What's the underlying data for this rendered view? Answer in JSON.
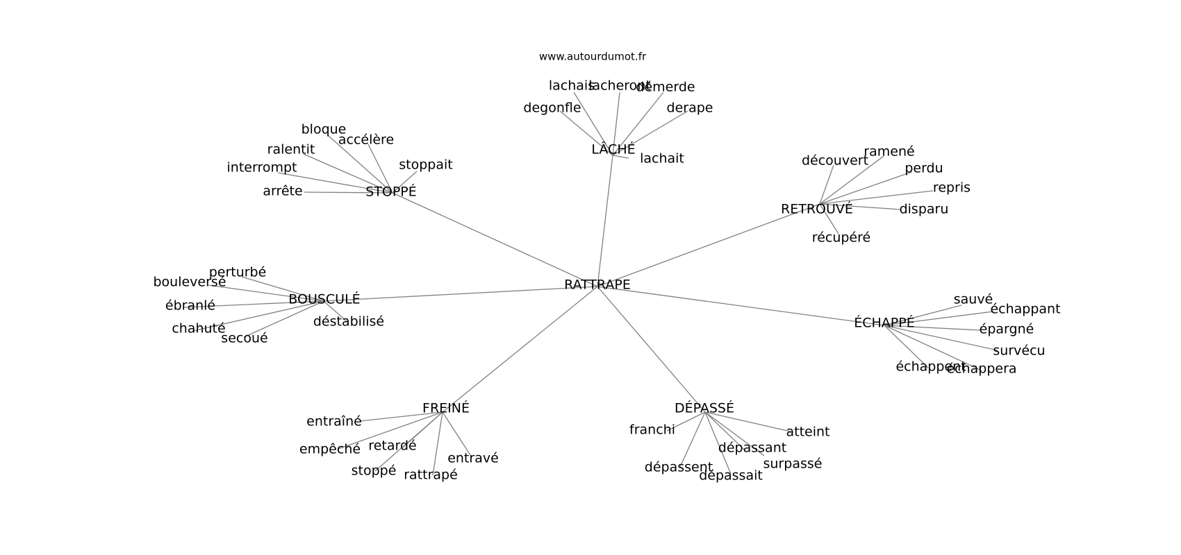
{
  "source": "www.autourdumot.fr",
  "center": "RATTRAPE",
  "colors": {
    "edge": "#808080",
    "text": "#000000",
    "background": "#ffffff"
  },
  "groups": [
    {
      "hub": "LÂCHÉ",
      "words": [
        "lachais",
        "lacheront",
        "démerde",
        "degonfle",
        "derape",
        "lachait"
      ]
    },
    {
      "hub": "STOPPÉ",
      "words": [
        "bloque",
        "accélère",
        "ralentit",
        "interrompt",
        "stoppait",
        "arrête"
      ]
    },
    {
      "hub": "RETROUVÉ",
      "words": [
        "ramené",
        "découvert",
        "perdu",
        "repris",
        "disparu",
        "récupéré"
      ]
    },
    {
      "hub": "BOUSCULÉ",
      "words": [
        "perturbé",
        "bouleversé",
        "ébranlé",
        "chahuté",
        "secoué",
        "déstabilisé"
      ]
    },
    {
      "hub": "ÉCHAPPÉ",
      "words": [
        "sauvé",
        "échappant",
        "épargné",
        "survécu",
        "échappent",
        "échappera"
      ]
    },
    {
      "hub": "FREINÉ",
      "words": [
        "entraîné",
        "empêché",
        "retardé",
        "entravé",
        "stoppé",
        "rattrapé"
      ]
    },
    {
      "hub": "DÉPASSÉ",
      "words": [
        "franchi",
        "atteint",
        "dépassant",
        "surpassé",
        "dépassent",
        "dépassait"
      ]
    }
  ]
}
